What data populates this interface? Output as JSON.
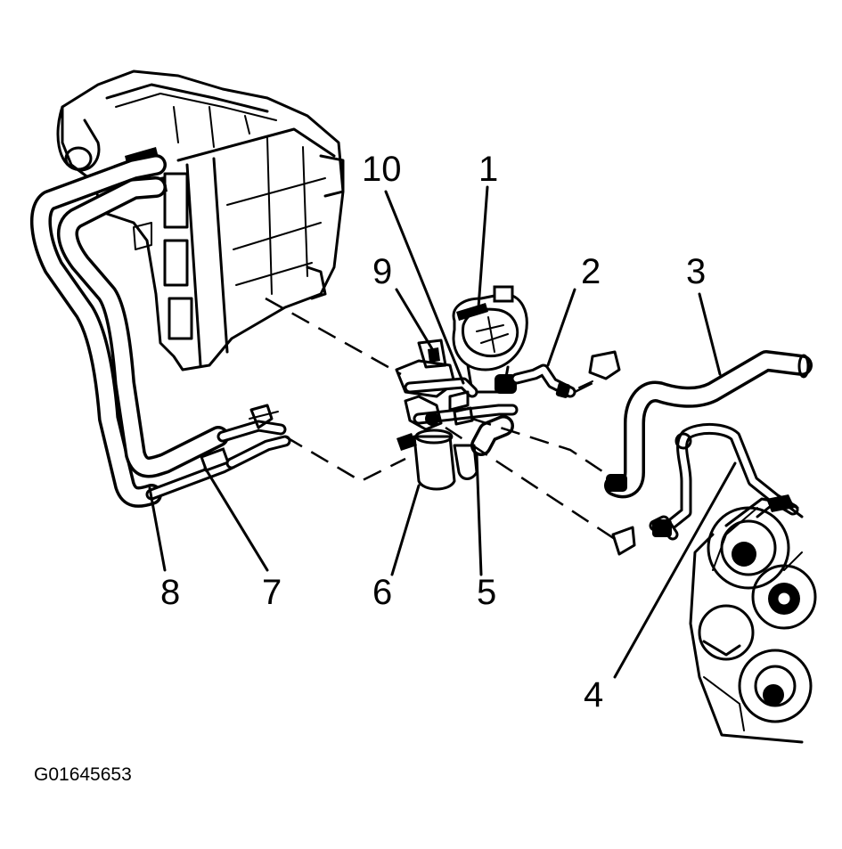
{
  "figure_id": "G01645653",
  "callouts": [
    {
      "label": "1"
    },
    {
      "label": "2"
    },
    {
      "label": "3"
    },
    {
      "label": "4"
    },
    {
      "label": "5"
    },
    {
      "label": "6"
    },
    {
      "label": "7"
    },
    {
      "label": "8"
    },
    {
      "label": "9"
    },
    {
      "label": "10"
    }
  ]
}
